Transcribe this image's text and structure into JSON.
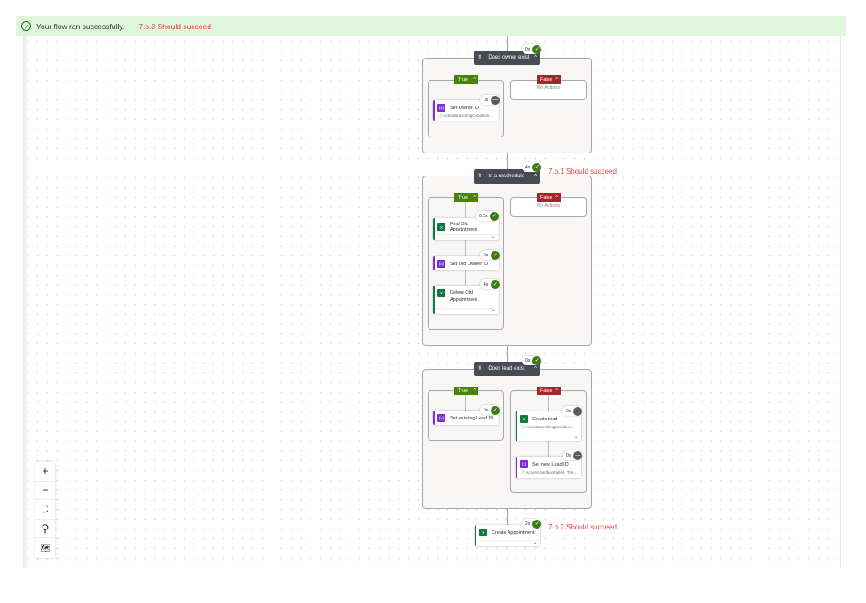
{
  "banner": {
    "message": "Your flow ran successfully.",
    "note": "7.b.3 Should succeed",
    "icon": "check-circle-icon"
  },
  "colors": {
    "success": "#3d7a14",
    "true": "#498205",
    "false": "#a4262c",
    "condition": "#474c54",
    "banner": "#dff6dd",
    "annotation": "#e8403a"
  },
  "conditions": [
    {
      "title": "Does owner exist",
      "duration": "0s",
      "status": "success",
      "true_label": "True",
      "false_label": "False",
      "false_empty": "No Actions"
    },
    {
      "title": "Is a reschedule",
      "duration": "4s",
      "status": "success",
      "true_label": "True",
      "false_label": "False",
      "false_empty": "No Actions",
      "annotation": "7.b.1 Should succeed"
    },
    {
      "title": "Does lead exist",
      "duration": "0s",
      "status": "success",
      "true_label": "True",
      "false_label": "False"
    }
  ],
  "actions": {
    "set_owner_id": {
      "title": "Set Owner ID",
      "duration": "0s",
      "status": "skipped",
      "subtitle": "ActionBranchingCondition..."
    },
    "find_old_appt": {
      "title": "Find Old Appointment",
      "duration": "0.2s",
      "status": "success"
    },
    "set_old_owner_id": {
      "title": "Set Old Owner ID",
      "duration": "0s",
      "status": "success"
    },
    "delete_old_appt": {
      "title": "Delete Old Appointment",
      "duration": "4s",
      "status": "success"
    },
    "set_existing_lead": {
      "title": "Set existing Lead ID",
      "duration": "0s",
      "status": "success"
    },
    "create_lead": {
      "title": "Create lead",
      "duration": "0s",
      "status": "skipped",
      "subtitle": "ActionBranchingCondition..."
    },
    "set_new_lead": {
      "title": "Set new Lead ID",
      "duration": "0s",
      "status": "skipped",
      "subtitle": "ActionConditionFailed. The..."
    },
    "create_appt": {
      "title": "Create Appointment",
      "duration": "2s",
      "status": "success",
      "annotation": "7.b.2 Should succeed"
    }
  },
  "zoom_controls": {
    "zoom_in": "+",
    "zoom_out": "−",
    "fit": "⛶",
    "search": "⚲",
    "minimap": "🗺"
  }
}
